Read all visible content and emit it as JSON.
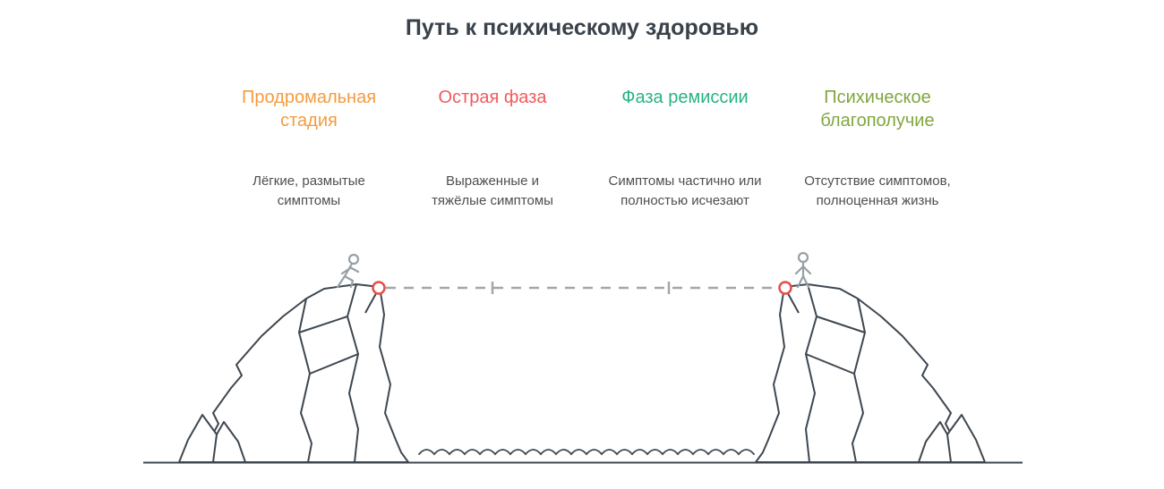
{
  "title": "Путь к психическому здоровью",
  "stages": [
    {
      "label": "Продромальная стадия",
      "color": "#f59b3e",
      "description": "Лёгкие, размытые симптомы"
    },
    {
      "label": "Острая фаза",
      "color": "#f2595c",
      "description": "Выраженные и тяжёлые симптомы"
    },
    {
      "label": "Фаза ремиссии",
      "color": "#27b287",
      "description": "Симптомы частично или полностью исчезают"
    },
    {
      "label": "Психическое благополучие",
      "color": "#82a63f",
      "description": "Отсутствие симптомов, полноценная жизнь"
    }
  ],
  "illustration": {
    "left_figure_icon": "walking-person-icon",
    "right_figure_icon": "standing-person-icon",
    "anchor_icon": "red-ring-anchor-icon",
    "rope_icon": "dashed-tightrope",
    "water_icon": "water-waves",
    "outline_color": "#3e4750",
    "figure_color": "#98a0a6",
    "rope_color": "#a6a6a6",
    "anchor_color": "#e74c4c"
  }
}
